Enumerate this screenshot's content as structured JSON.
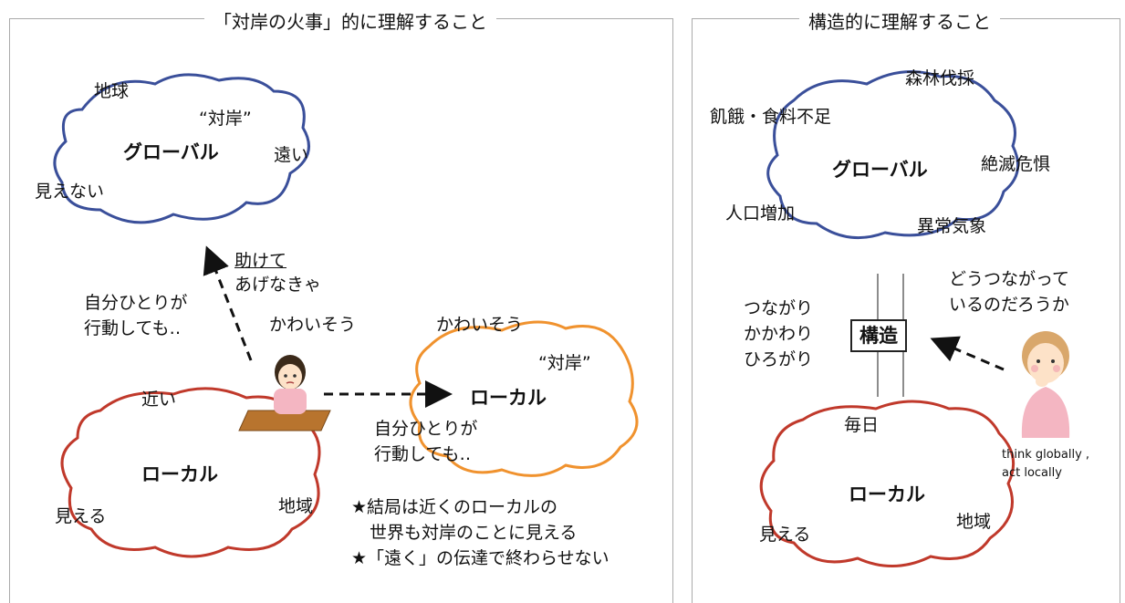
{
  "left_panel": {
    "title": "「対岸の火事」的に理解すること",
    "global_cloud": {
      "label": "グローバル",
      "words": [
        "地球",
        "“対岸”",
        "遠い",
        "見えない"
      ]
    },
    "help_text": [
      "助けて",
      "あげなきゃ"
    ],
    "alone_text_1": [
      "自分ひとりが",
      "行動しても‥"
    ],
    "pity_1": "かわいそう",
    "pity_2": "かわいそう",
    "far_local_cloud": {
      "label": "ローカル",
      "words": [
        "“対岸”"
      ]
    },
    "alone_text_2": [
      "自分ひとりが",
      "行動しても‥"
    ],
    "near_local_cloud": {
      "label": "ローカル",
      "words": [
        "近い",
        "見える",
        "地域"
      ]
    },
    "notes": [
      "★結局は近くのローカルの",
      "世界も対岸のことに見える",
      "★「遠く」の伝達で終わらせない"
    ]
  },
  "right_panel": {
    "title": "構造的に理解すること",
    "global_cloud": {
      "label": "グローバル",
      "words": [
        "森林伐採",
        "飢餓・食料不足",
        "絶滅危惧",
        "人口増加",
        "異常気象"
      ]
    },
    "connections": [
      "つながり",
      "かかわり",
      "ひろがり"
    ],
    "structure_label": "構造",
    "question": [
      "どうつながって",
      "いるのだろうか"
    ],
    "motto": [
      "think globally ,",
      "act locally"
    ],
    "local_cloud": {
      "label": "ローカル",
      "words": [
        "毎日",
        "見える",
        "地域"
      ]
    }
  },
  "colors": {
    "global_cloud": "#3a4f9a",
    "near_local_cloud": "#c0392b",
    "far_local_cloud": "#f0922e",
    "person_shirt": "#f4b6c2",
    "desk": "#b8742e"
  }
}
